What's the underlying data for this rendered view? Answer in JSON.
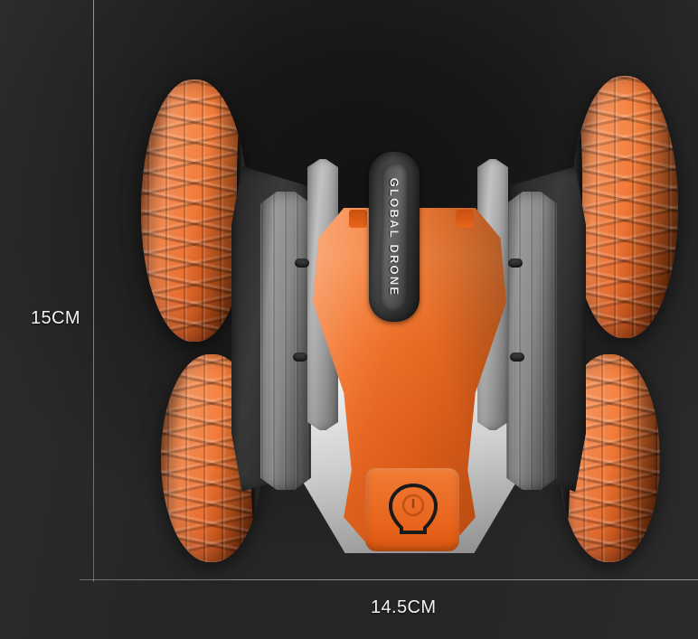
{
  "figure": {
    "type": "product-dimension-diagram",
    "subject": "orange rc stunt car, top-down view",
    "background_color": "#1a1a1a"
  },
  "measurements": {
    "height": {
      "label": "15CM",
      "axis": "vertical",
      "guide": "vertical-guide-line"
    },
    "width": {
      "label": "14.5CM",
      "axis": "horizontal",
      "guide": "horizontal-guide-line"
    }
  },
  "product": {
    "brand_text": "GLOBAL DRONE",
    "colors": {
      "body_orange": "#f16d22",
      "tire_orange": "#ef6a22",
      "rail_gray": "#8a8a8a",
      "chassis_silver": "#d8d8d8",
      "dark_plastic": "#2e2e2e"
    },
    "wheels": [
      {
        "position": "top-left"
      },
      {
        "position": "bottom-left"
      },
      {
        "position": "top-right"
      },
      {
        "position": "bottom-right"
      }
    ],
    "emblem": "power-badge-icon"
  }
}
